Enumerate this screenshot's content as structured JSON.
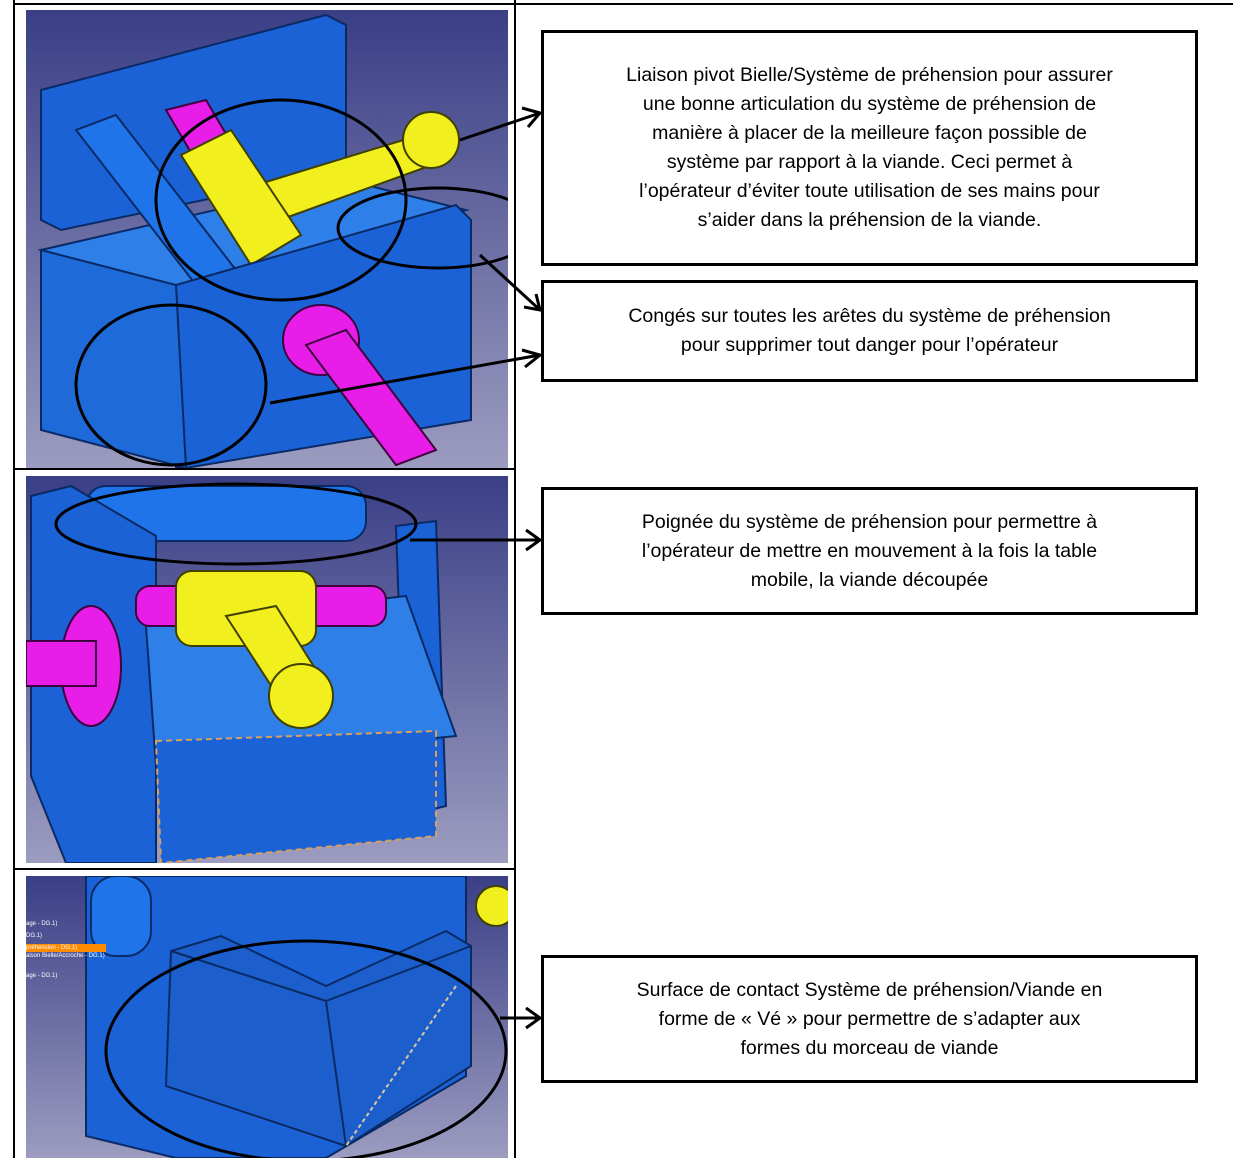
{
  "rows": [
    {
      "callouts": [
        {
          "lines": [
            "Liaison pivot Bielle/Système de préhension pour assurer",
            "une bonne articulation du système de préhension de",
            "manière à placer de la meilleure façon possible de",
            "système par rapport à la viande. Ceci permet à",
            "l’opérateur d’éviter toute utilisation de ses mains pour",
            "s’aider dans la préhension de la viande."
          ]
        },
        {
          "lines": [
            "Congés sur toutes les arêtes du système de préhension",
            "pour supprimer tout danger pour l’opérateur"
          ]
        }
      ]
    },
    {
      "callouts": [
        {
          "lines": [
            "Poignée du système de préhension pour permettre à",
            "l’opérateur de mettre en mouvement à la fois la table",
            "mobile, la viande découpée"
          ]
        }
      ]
    },
    {
      "tree_items": [
        "age - DG.1)",
        "DG.1)",
        "préhension - DG.1)",
        "aison Bielle/Accroche - DG.1)",
        "age - DG.1)"
      ],
      "callouts": [
        {
          "lines": [
            "Surface de contact Système de préhension/Viande en",
            "forme de « Vé » pour permettre de s’adapter aux",
            "formes du morceau de viande"
          ]
        }
      ]
    }
  ],
  "colors": {
    "part_blue": "#1a62d6",
    "shaft_magenta": "#e81ee8",
    "lever_yellow": "#f2ef1e",
    "background_top": "#3a3f86",
    "background_bottom": "#9c9cc0"
  }
}
